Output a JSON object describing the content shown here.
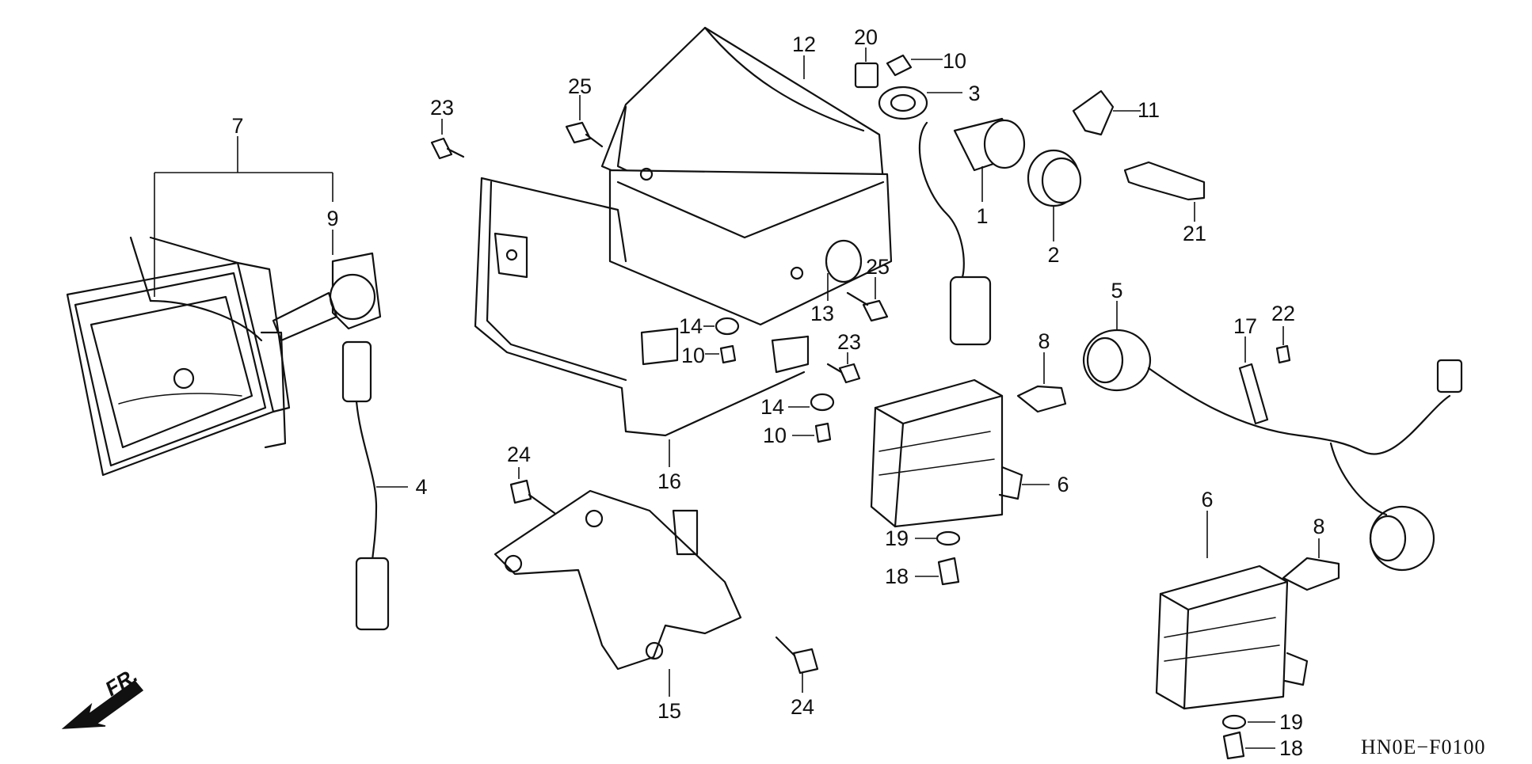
{
  "callouts": {
    "n1": "1",
    "n2": "2",
    "n3": "3",
    "n4": "4",
    "n5": "5",
    "n6a": "6",
    "n6b": "6",
    "n7": "7",
    "n8a": "8",
    "n8b": "8",
    "n9": "9",
    "n10a": "10",
    "n10b": "10",
    "n10c": "10",
    "n11": "11",
    "n12": "12",
    "n13": "13",
    "n14a": "14",
    "n14b": "14",
    "n15": "15",
    "n16": "16",
    "n17": "17",
    "n18a": "18",
    "n18b": "18",
    "n19a": "19",
    "n19b": "19",
    "n20": "20",
    "n21": "21",
    "n22": "22",
    "n23a": "23",
    "n23b": "23",
    "n24a": "24",
    "n24b": "24",
    "n25a": "25",
    "n25b": "25"
  },
  "direction_label": "FR.",
  "diagram_code": "HN0E−F0100"
}
